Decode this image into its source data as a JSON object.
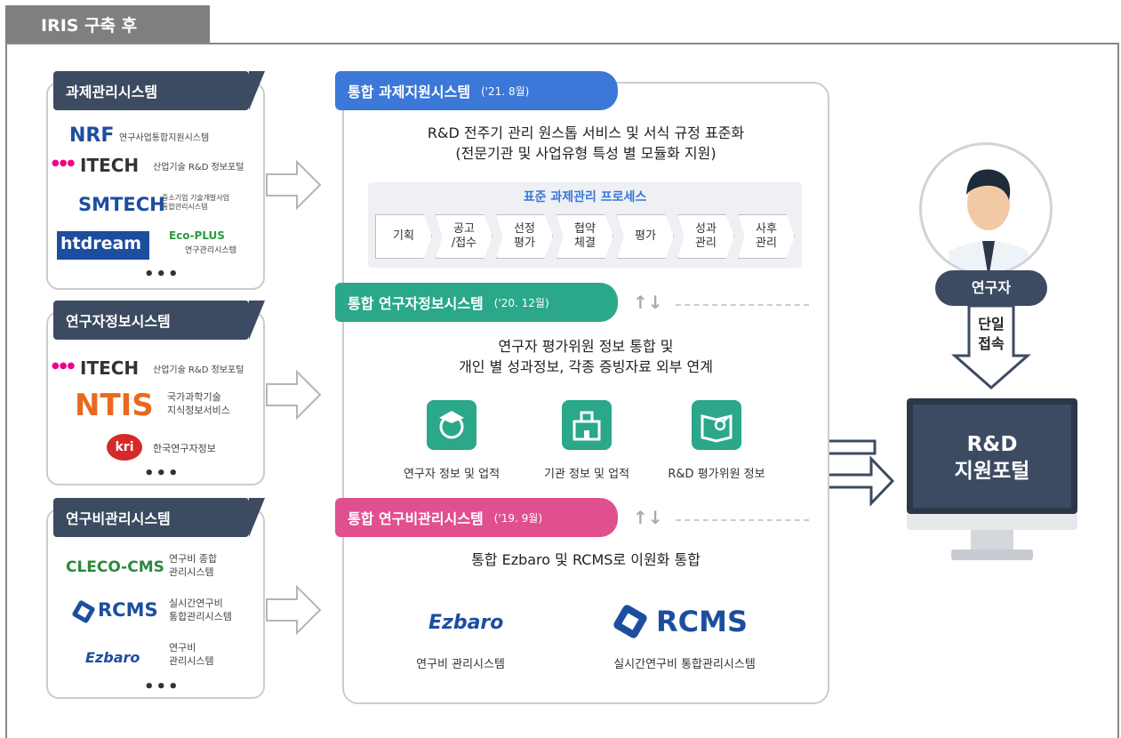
{
  "tab": {
    "title": "IRIS 구축 후"
  },
  "left": {
    "task": {
      "header": "과제관리시스템",
      "logos": {
        "nrf": "NRF",
        "nrf_desc": "연구사업통합지원시스템",
        "itech": "ITECH",
        "itech_desc": "산업기술 R&D 정보포털",
        "smtech": "SMTECH",
        "smtech_desc": "중소기업 기술개발사업 통합관리시스템",
        "htdream": "htdream",
        "ecoplus": "Eco-PLUS",
        "ecoplus_desc": "연구관리시스템"
      },
      "more": "•••"
    },
    "researcher": {
      "header": "연구자정보시스템",
      "logos": {
        "itech": "ITECH",
        "itech_desc": "산업기술 R&D 정보포털",
        "ntis": "NTIS",
        "ntis_desc1": "국가과학기술",
        "ntis_desc2": "지식정보서비스",
        "kri": "kri",
        "kri_desc": "한국연구자정보"
      },
      "more": "•••"
    },
    "budget": {
      "header": "연구비관리시스템",
      "logos": {
        "cleco": "CLECO-CMS",
        "cleco_desc1": "연구비 종합",
        "cleco_desc2": "관리시스템",
        "rcms": "RCMS",
        "rcms_desc1": "실시간연구비",
        "rcms_desc2": "통합관리시스템",
        "ezbaro": "Ezbaro",
        "ezbaro_desc1": "연구비",
        "ezbaro_desc2": "관리시스템"
      },
      "more": "•••"
    }
  },
  "main": {
    "task_system": {
      "name": "통합 과제지원시스템",
      "date": "('21. 8월)",
      "desc1": "R&D 전주기 관리 원스톱 서비스 및 서식 규정 표준화",
      "desc2": "(전문기관 및 사업유형 특성 별 모듈화 지원)",
      "process_title": "표준 과제관리 프로세스",
      "steps": [
        {
          "l1": "기획",
          "l2": ""
        },
        {
          "l1": "공고",
          "l2": "/접수"
        },
        {
          "l1": "선정",
          "l2": "평가"
        },
        {
          "l1": "협약",
          "l2": "체결"
        },
        {
          "l1": "평가",
          "l2": ""
        },
        {
          "l1": "성과",
          "l2": "관리"
        },
        {
          "l1": "사후",
          "l2": "관리"
        }
      ]
    },
    "researcher_system": {
      "name": "통합 연구자정보시스템",
      "date": "('20. 12월)",
      "desc1": "연구자 평가위원 정보 통합 및",
      "desc2": "개인 별 성과정보, 각종 증빙자료 외부 연계",
      "items": [
        "연구자 정보 및 업적",
        "기관 정보 및 업적",
        "R&D 평가위원 정보"
      ]
    },
    "budget_system": {
      "name": "통합 연구비관리시스템",
      "date": "('19. 9월)",
      "desc": "통합 Ezbaro 및 RCMS로 이원화 통합",
      "ezbaro": "Ezbaro",
      "ezbaro_label": "연구비 관리시스템",
      "rcms": "RCMS",
      "rcms_label": "실시간연구비 통합관리시스템"
    },
    "updown": "↑↓"
  },
  "right": {
    "user": "연구자",
    "single1": "단일",
    "single2": "접속",
    "portal1": "R&D",
    "portal2": "지원포털"
  },
  "colors": {
    "blue": "#3b78d8",
    "teal": "#2aa889",
    "pink": "#e0508e",
    "navy": "#3c4b61"
  }
}
